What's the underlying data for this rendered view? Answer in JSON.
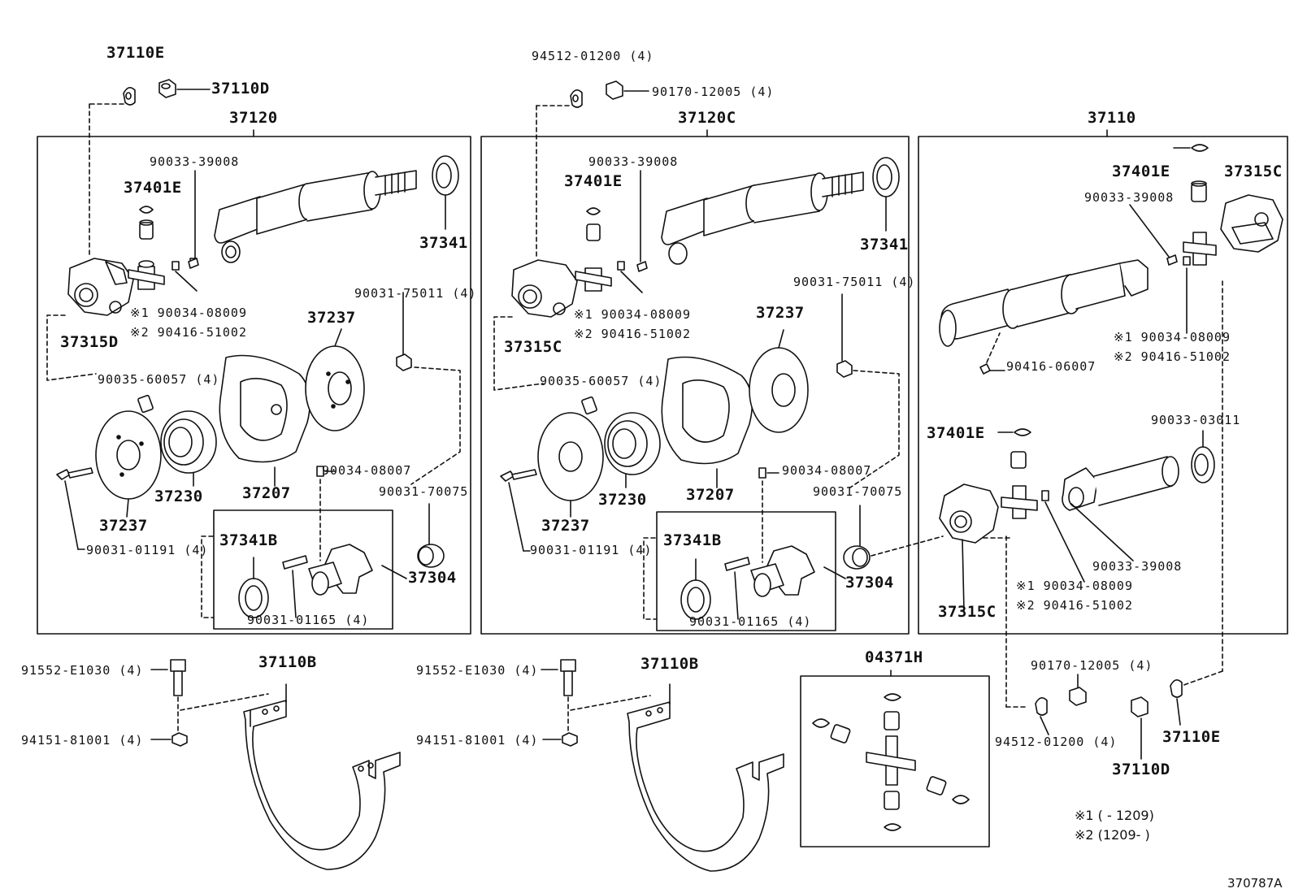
{
  "labels": {
    "p37110E_a": "37110E",
    "p37110D_a": "37110D",
    "p37120": "37120",
    "p90033_39008_a": "90033-39008",
    "p37401E_a": "37401E",
    "p37341_a": "37341",
    "p37315D": "37315D",
    "p90034_08009_a": "※1 90034-08009",
    "p90416_51002_a": "※2 90416-51002",
    "p90031_75011_a": "90031-75011 (4)",
    "p37237_a1": "37237",
    "p90035_60057_a": "90035-60057 (4)",
    "p37230_a": "37230",
    "p37207_a": "37207",
    "p37237_a2": "37237",
    "p90034_08007_a": "90034-08007",
    "p90031_70075_a": "90031-70075",
    "p37341B_a": "37341B",
    "p37304_a": "37304",
    "p90031_01191_a": "90031-01191 (4)",
    "p90031_01165_a": "90031-01165 (4)",
    "p94512_01200_b": "94512-01200 (4)",
    "p90170_12005_b": "90170-12005 (4)",
    "p37120C": "37120C",
    "p90033_39008_b": "90033-39008",
    "p37401E_b": "37401E",
    "p37341_b": "37341",
    "p37315C_b": "37315C",
    "p90034_08009_b": "※1 90034-08009",
    "p90416_51002_b": "※2 90416-51002",
    "p90031_75011_b": "90031-75011 (4)",
    "p37237_b1": "37237",
    "p90035_60057_b": "90035-60057 (4)",
    "p37230_b": "37230",
    "p37207_b": "37207",
    "p37237_b2": "37237",
    "p90034_08007_b": "90034-08007",
    "p90031_70075_b": "90031-70075",
    "p37341B_b": "37341B",
    "p37304_b": "37304",
    "p90031_01191_b": "90031-01191 (4)",
    "p90031_01165_b": "90031-01165 (4)",
    "p37110": "37110",
    "p37401E_c1": "37401E",
    "p37315C_c1": "37315C",
    "p90033_39008_c1": "90033-39008",
    "p90034_08009_c1": "※1 90034-08009",
    "p90416_51002_c1": "※2 90416-51002",
    "p90416_06007": "90416-06007",
    "p37401E_c2": "37401E",
    "p90033_03011": "90033-03011",
    "p90033_39008_c2": "90033-39008",
    "p90034_08009_c2": "※1 90034-08009",
    "p90416_51002_c2": "※2 90416-51002",
    "p37315C_c2": "37315C",
    "p91552_E1030_a": "91552-E1030 (4)",
    "p94151_81001_a": "94151-81001 (4)",
    "p37110B_a": "37110B",
    "p91552_E1030_b": "91552-E1030 (4)",
    "p94151_81001_b": "94151-81001 (4)",
    "p37110B_b": "37110B",
    "p04371H": "04371H",
    "p90170_12005_c": "90170-12005 (4)",
    "p94512_01200_c": "94512-01200 (4)",
    "p37110E_c": "37110E",
    "p37110D_c": "37110D"
  },
  "notes": {
    "n1": "※1 (        - 1209)",
    "n2": "※2 (1209-         )"
  },
  "ref_code": "370787A"
}
